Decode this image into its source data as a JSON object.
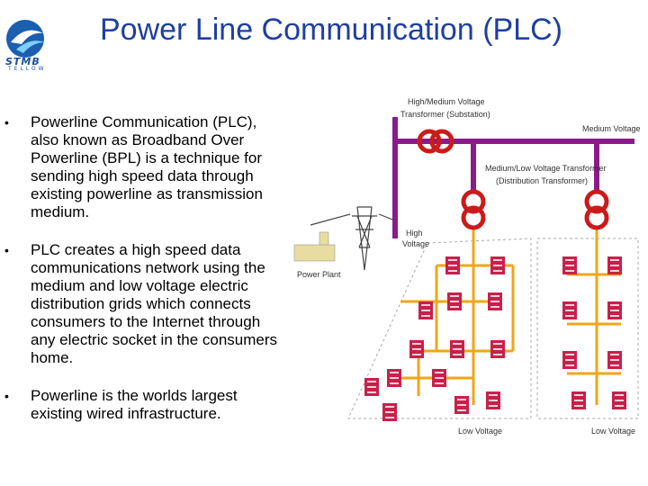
{
  "header": {
    "title": "Power Line Communication (PLC)",
    "logo_text": "STMB",
    "logo_subtext": "TELLOW"
  },
  "bullets": [
    "Powerline Communication (PLC), also known as Broadband Over Powerline (BPL) is a technique for sending high speed data through existing powerline as transmission medium.",
    "PLC creates a high speed data communications network using the medium and low voltage electric distribution grids which connects consumers to the Internet through any electric socket in the consumers home.",
    "Powerline is the worlds largest existing wired infrastructure."
  ],
  "diagram": {
    "labels": {
      "substation": "High/Medium Voltage Transformer (Substation)",
      "substation_line1": "High/Medium Voltage",
      "substation_line2": "Transformer (Substation)",
      "medium_voltage": "Medium Voltage",
      "distribution_line1": "Medium/Low Voltage Transformer",
      "distribution_line2": "(Distribution Transformer)",
      "high_voltage_line1": "High",
      "high_voltage_line2": "Voltage",
      "power_plant": "Power Plant",
      "low_voltage_left": "Low Voltage",
      "low_voltage_right": "Low Voltage"
    },
    "colors": {
      "medium_voltage_line": "#8b1a8b",
      "low_voltage_line": "#f2a51a",
      "transformer": "#cc1a1a",
      "house": "#c8204a"
    }
  }
}
